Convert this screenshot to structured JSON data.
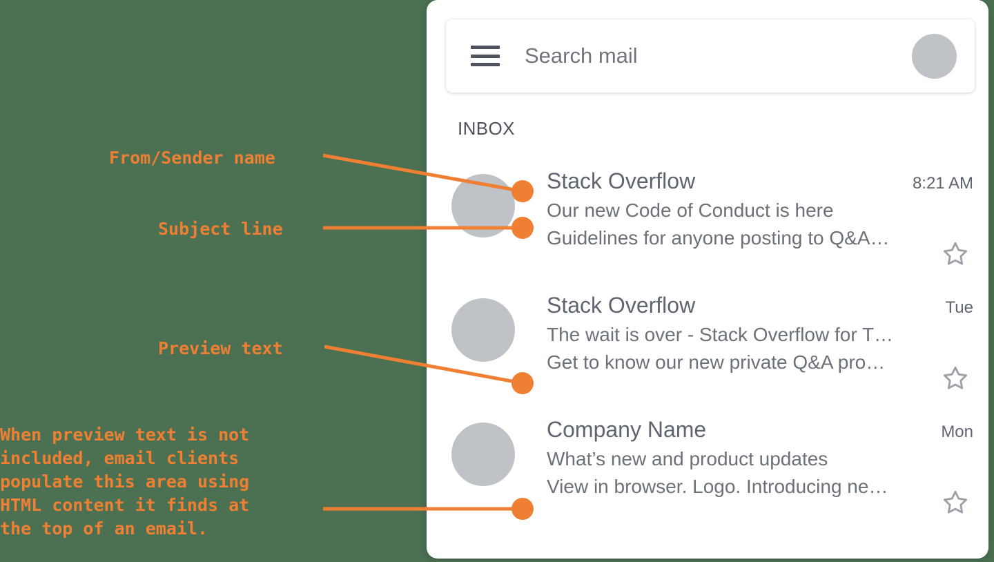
{
  "theme": {
    "background": "#4b7052",
    "accent": "#ef8033",
    "panel_bg": "#ffffff",
    "avatar_gray": "#bfc3c8",
    "text_gray": "#5f6570",
    "muted_gray": "#6b7178",
    "star_gray": "#9aa0a6"
  },
  "annotations": {
    "from_label": "From/Sender name",
    "subject_label": "Subject line",
    "preview_label": "Preview text",
    "note": "When preview text is not\nincluded, email clients\npopulate this area using\nHTML content it finds at\nthe top of an email."
  },
  "panel": {
    "search": {
      "placeholder": "Search mail",
      "value": "",
      "menu_icon": "hamburger-menu-icon",
      "avatar_icon": "account-avatar"
    },
    "folder_label": "INBOX",
    "messages": [
      {
        "sender": "Stack Overflow",
        "time": "8:21 AM",
        "subject": "Our new Code of Conduct is here",
        "preview": "Guidelines for anyone posting to Q&A…",
        "star": "star-outline-icon"
      },
      {
        "sender": "Stack Overflow",
        "time": "Tue",
        "subject": "The wait is over - Stack Overflow for T…",
        "preview": "Get to know our new private Q&A pro…",
        "star": "star-outline-icon"
      },
      {
        "sender": "Company Name",
        "time": "Mon",
        "subject": "What’s new and product updates",
        "preview": "View in browser. Logo. Introducing ne…",
        "star": "star-outline-icon"
      }
    ]
  }
}
